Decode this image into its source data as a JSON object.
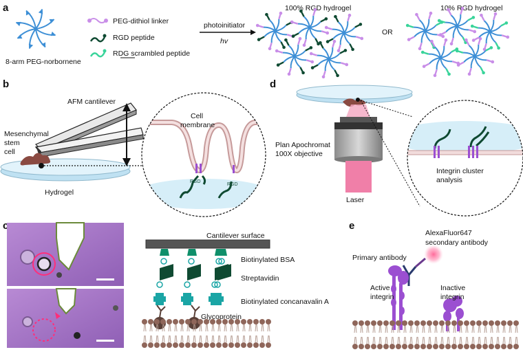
{
  "panels": {
    "a": "a",
    "b": "b",
    "c": "c",
    "d": "d",
    "e": "e"
  },
  "panel_a": {
    "peg_label": "8-arm PEG-norbornene",
    "legend": [
      "PEG-dithiol linker",
      "RGD peptide",
      "RDG scrambled peptide"
    ],
    "legend_colors": [
      "#c98ee8",
      "#0f4a32",
      "#39d49a"
    ],
    "arrow_top": "photoinitiator",
    "arrow_bottom": "hv",
    "hydrogel_100": "100% RGD hydrogel",
    "or_text": "OR",
    "hydrogel_10": "10% RGD hydrogel"
  },
  "panel_b": {
    "afm": "AFM cantilever",
    "msc_lines": [
      "Mesenchymal",
      "stem",
      "cell"
    ],
    "hydrogel": "Hydrogel",
    "membrane_lines": [
      "Cell",
      "membrane"
    ],
    "rgd": "RGD"
  },
  "panel_c": {
    "cantilever_surface": "Cantilever surface",
    "bsa": "Biotinylated BSA",
    "strep": "Streptavidin",
    "conA": "Biotinylated concanavalin A",
    "glyco": "Glycoprotein"
  },
  "panel_d": {
    "objective_lines": [
      "Plan Apochromat",
      "100X objective"
    ],
    "laser": "Laser",
    "cluster_lines": [
      "Integrin cluster",
      "analysis"
    ]
  },
  "panel_e": {
    "alexa_lines": [
      "AlexaFluor647",
      "secondary antibody"
    ],
    "primary": "Primary antibody",
    "active_lines": [
      "Active",
      "integrin"
    ],
    "inactive_lines": [
      "Inactive",
      "integrin"
    ]
  },
  "colors": {
    "peg_blue": "#3d8fd6",
    "linker_pink": "#c98ee8",
    "rgd_dark_green": "#0f4a32",
    "rdg_green": "#39d49a",
    "cell_brown": "#8a4a42",
    "hydrogel_blue": "#cfe9f6",
    "teal": "#1aa5a5",
    "bsa_green": "#0f8f6a",
    "integrin_purple": "#9b4fd1",
    "membrane_brown": "#8f665a",
    "laser_pink": "#f07fa8"
  }
}
